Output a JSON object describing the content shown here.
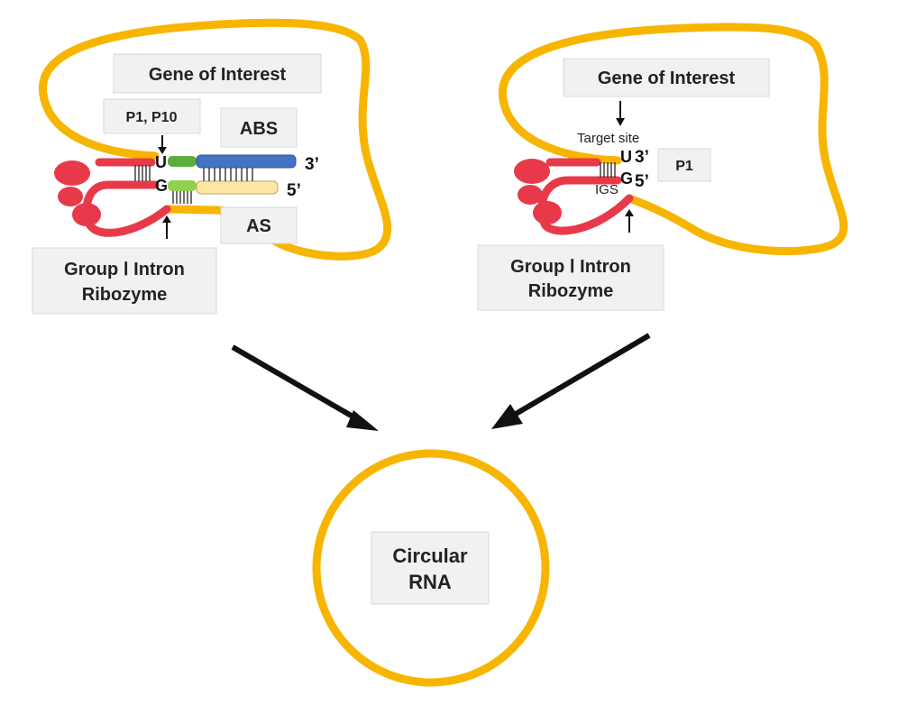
{
  "left_panel": {
    "gene_label": "Gene of Interest",
    "p1p10_label": "P1, P10",
    "abs_label": "ABS",
    "as_label": "AS",
    "ribozyme_label_line1": "Group Ⅰ Intron",
    "ribozyme_label_line2": "Ribozyme",
    "u_letter": "U",
    "g_letter": "G",
    "three_prime": "3’",
    "five_prime": "5’"
  },
  "right_panel": {
    "gene_label": "Gene of Interest",
    "target_site_label": "Target site",
    "p1_label": "P1",
    "igs_label": "IGS",
    "ribozyme_label_line1": "Group Ⅰ Intron",
    "ribozyme_label_line2": "Ribozyme",
    "u_letter": "U",
    "g_letter": "G",
    "three_prime": "3’",
    "five_prime": "5’"
  },
  "product": {
    "label_line1": "Circular",
    "label_line2": "RNA"
  },
  "colors": {
    "rna_strand": "#F7B500",
    "ribozyme": "#E8394A",
    "abs_bar": "#4472C4",
    "as_bar": "#FCE7A2",
    "p1_green_dark": "#5BAE3C",
    "p1_green_light": "#92D050",
    "label_box": "#F1F1F1",
    "arrow": "#111111"
  }
}
